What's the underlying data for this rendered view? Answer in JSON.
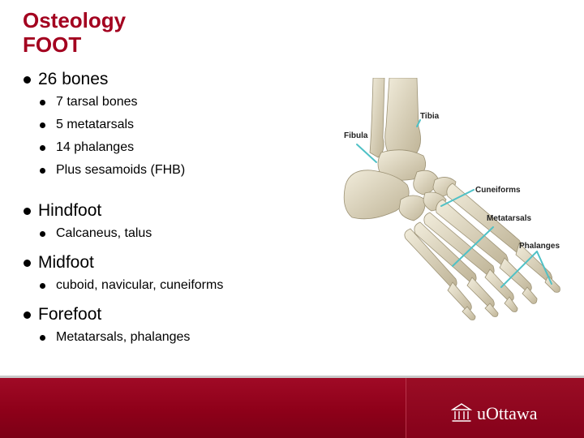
{
  "slide": {
    "title_line1": "Osteology",
    "title_line2": "FOOT",
    "sections": [
      {
        "label": "26 bones",
        "items": [
          "7 tarsal bones",
          "5 metatarsals",
          "14 phalanges",
          "Plus sesamoids (FHB)"
        ]
      },
      {
        "label": "Hindfoot",
        "items": [
          "Calcaneus, talus"
        ]
      },
      {
        "label": "Midfoot",
        "items": [
          "cuboid, navicular, cuneiforms"
        ]
      },
      {
        "label": "Forefoot",
        "items": [
          "Metatarsals, phalanges"
        ]
      }
    ]
  },
  "figure": {
    "labels": {
      "tibia": "Tibia",
      "fibula": "Fibula",
      "cuneiforms": "Cuneiforms",
      "metatarsals": "Metatarsals",
      "phalanges": "Phalanges"
    },
    "colors": {
      "bone": "#e3dcc6",
      "bone_shadow": "#b9ae92",
      "leader": "#4fc1c6"
    }
  },
  "footer": {
    "logo_text": "uOttawa",
    "logo_icon": "university-building-icon",
    "colors": {
      "band": "#8e0019",
      "text": "#ffffff"
    }
  }
}
